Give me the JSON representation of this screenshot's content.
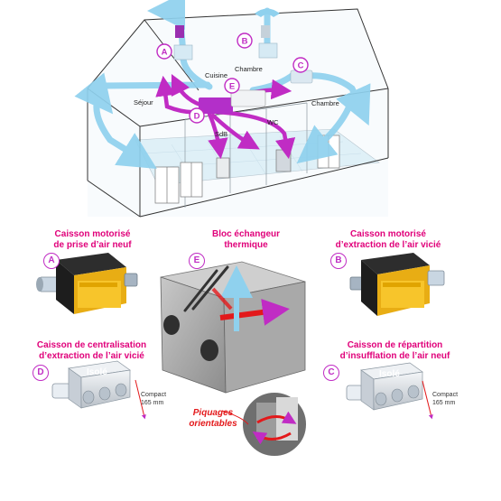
{
  "colors": {
    "fresh_air": "#8fd1ee",
    "stale_air": "#c02cc4",
    "heading": "#e0007a",
    "badge": "#c02cc4",
    "highlight": "#e3191b",
    "unit_yellow": "#f5c518"
  },
  "house": {
    "rooms": {
      "sejour": "Séjour",
      "cuisine": "Cuisine",
      "chambre_top": "Chambre",
      "chambre_right": "Chambre",
      "sdb": "SdB",
      "wc": "WC"
    },
    "badges": {
      "a": "A",
      "b": "B",
      "c": "C",
      "d": "D",
      "e": "E"
    }
  },
  "components": {
    "a": {
      "badge": "A",
      "title_line1": "Caisson motorisé",
      "title_line2": "de prise d’air neuf"
    },
    "e": {
      "badge": "E",
      "title_line1": "Bloc échangeur",
      "title_line2": "thermique"
    },
    "b": {
      "badge": "B",
      "title_line1": "Caisson motorisé",
      "title_line2": "d’extraction de l’air vicié"
    },
    "d": {
      "badge": "D",
      "title_line1": "Caisson de centralisation",
      "title_line2": "d’extraction de l’air vicié",
      "label": "Isolé",
      "compact_line1": "Compact",
      "compact_line2": "165 mm"
    },
    "c": {
      "badge": "C",
      "title_line1": "Caisson de répartition",
      "title_line2": "d’insufflation de l’air neuf",
      "label": "Isolé",
      "compact_line1": "Compact",
      "compact_line2": "165 mm"
    }
  },
  "piquages": {
    "line1": "Piquages",
    "line2": "orientables"
  }
}
